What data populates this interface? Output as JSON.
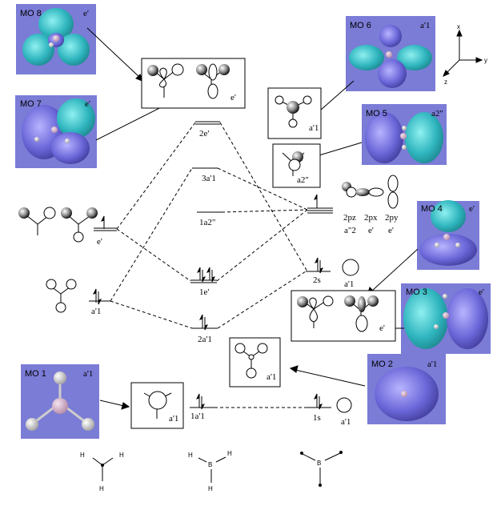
{
  "mo_panels": [
    {
      "id": "mo8",
      "title": "MO 8",
      "sym": "e'"
    },
    {
      "id": "mo7",
      "title": "MO 7",
      "sym": "e'"
    },
    {
      "id": "mo6",
      "title": "MO 6",
      "sym": "a'1"
    },
    {
      "id": "mo5",
      "title": "MO 5",
      "sym": "a2\""
    },
    {
      "id": "mo4",
      "title": "MO 4",
      "sym": "e'"
    },
    {
      "id": "mo3",
      "title": "MO 3",
      "sym": "e'"
    },
    {
      "id": "mo2",
      "title": "MO 2",
      "sym": "a'1"
    },
    {
      "id": "mo1",
      "title": "MO 1",
      "sym": "a'1"
    }
  ],
  "center_levels": [
    "2e'",
    "3a'1",
    "1a2\"",
    "1e'",
    "2a'1",
    "1a'1"
  ],
  "left_levels": [
    "e'",
    "a'1"
  ],
  "right_levels": {
    "p_orbitals": [
      "2pz",
      "2px",
      "2py"
    ],
    "p_syms": [
      "a\"2",
      "e'",
      "e'"
    ],
    "s2": "2s",
    "s2_sym": "a'1",
    "s1": "1s",
    "s1_sym": "a'1"
  },
  "salc_box_labels": {
    "e_box_top": "e'",
    "a1_box_right": "a'1",
    "a2_box": "a2\"",
    "e_box_right": "e'",
    "a1_box_mid": "a'1",
    "a1_box_bottom": "a'1"
  },
  "axes": {
    "x": "x",
    "y": "y",
    "z": "z"
  },
  "molecules": {
    "boron": "B",
    "hydrogen": "H"
  }
}
